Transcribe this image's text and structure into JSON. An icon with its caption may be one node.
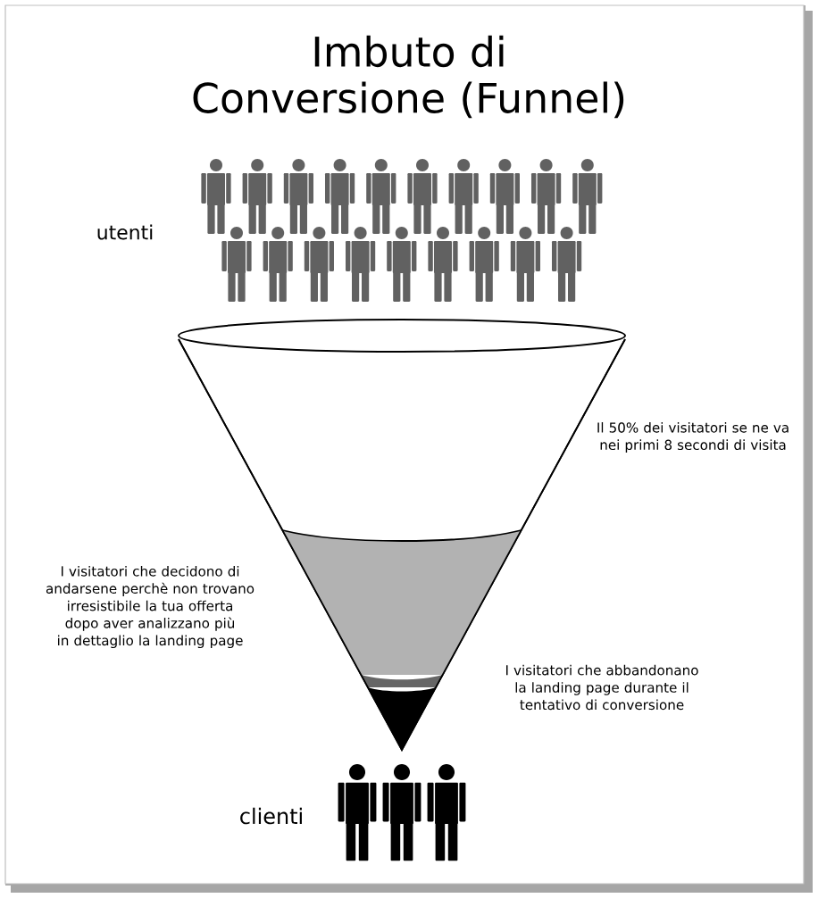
{
  "diagram": {
    "title": "Imbuto di Conversione (Funnel)",
    "labels": [
      "utenti",
      "Il 50% dei visitatori se ne va nei primi 8 secondi di visita",
      "I visitatori che decidono di andarsene perchè non trovano irresistibile la tua offerta dopo aver analizzano più in dettaglio la landing page",
      "I visitatori che abbandonano la landing page durante il tentativo di conversione",
      "clienti"
    ]
  }
}
